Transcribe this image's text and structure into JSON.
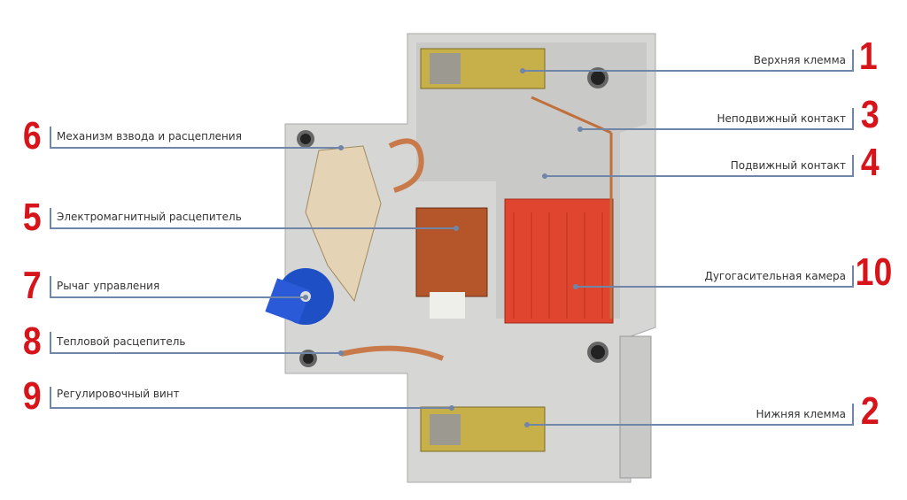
{
  "title": "Устройство автоматического выключателя",
  "labels": [
    {
      "id": "1",
      "number": "1",
      "text": "Верхняя клемма"
    },
    {
      "id": "3",
      "number": "3",
      "text": "Неподвижный контакт"
    },
    {
      "id": "4",
      "number": "4",
      "text": "Подвижный контакт"
    },
    {
      "id": "10",
      "number": "10",
      "text": "Дугогасительная камера"
    },
    {
      "id": "2",
      "number": "2",
      "text": "Нижняя клемма"
    },
    {
      "id": "6",
      "number": "6",
      "text": "Механизм взвода и расцепления"
    },
    {
      "id": "5",
      "number": "5",
      "text": "Электромагнитный расцепитель"
    },
    {
      "id": "7",
      "number": "7",
      "text": "Рычаг управления"
    },
    {
      "id": "8",
      "number": "8",
      "text": "Тепловой расцепитель"
    },
    {
      "id": "9",
      "number": "9",
      "text": "Регулировочный винт"
    }
  ],
  "colors": {
    "number": "#d7141a",
    "leader": "#6f86a8",
    "housing": "#d4d4d2",
    "arc_chute": "#e0452f",
    "coil": "#b5562a",
    "lever": "#1f4fc4"
  }
}
